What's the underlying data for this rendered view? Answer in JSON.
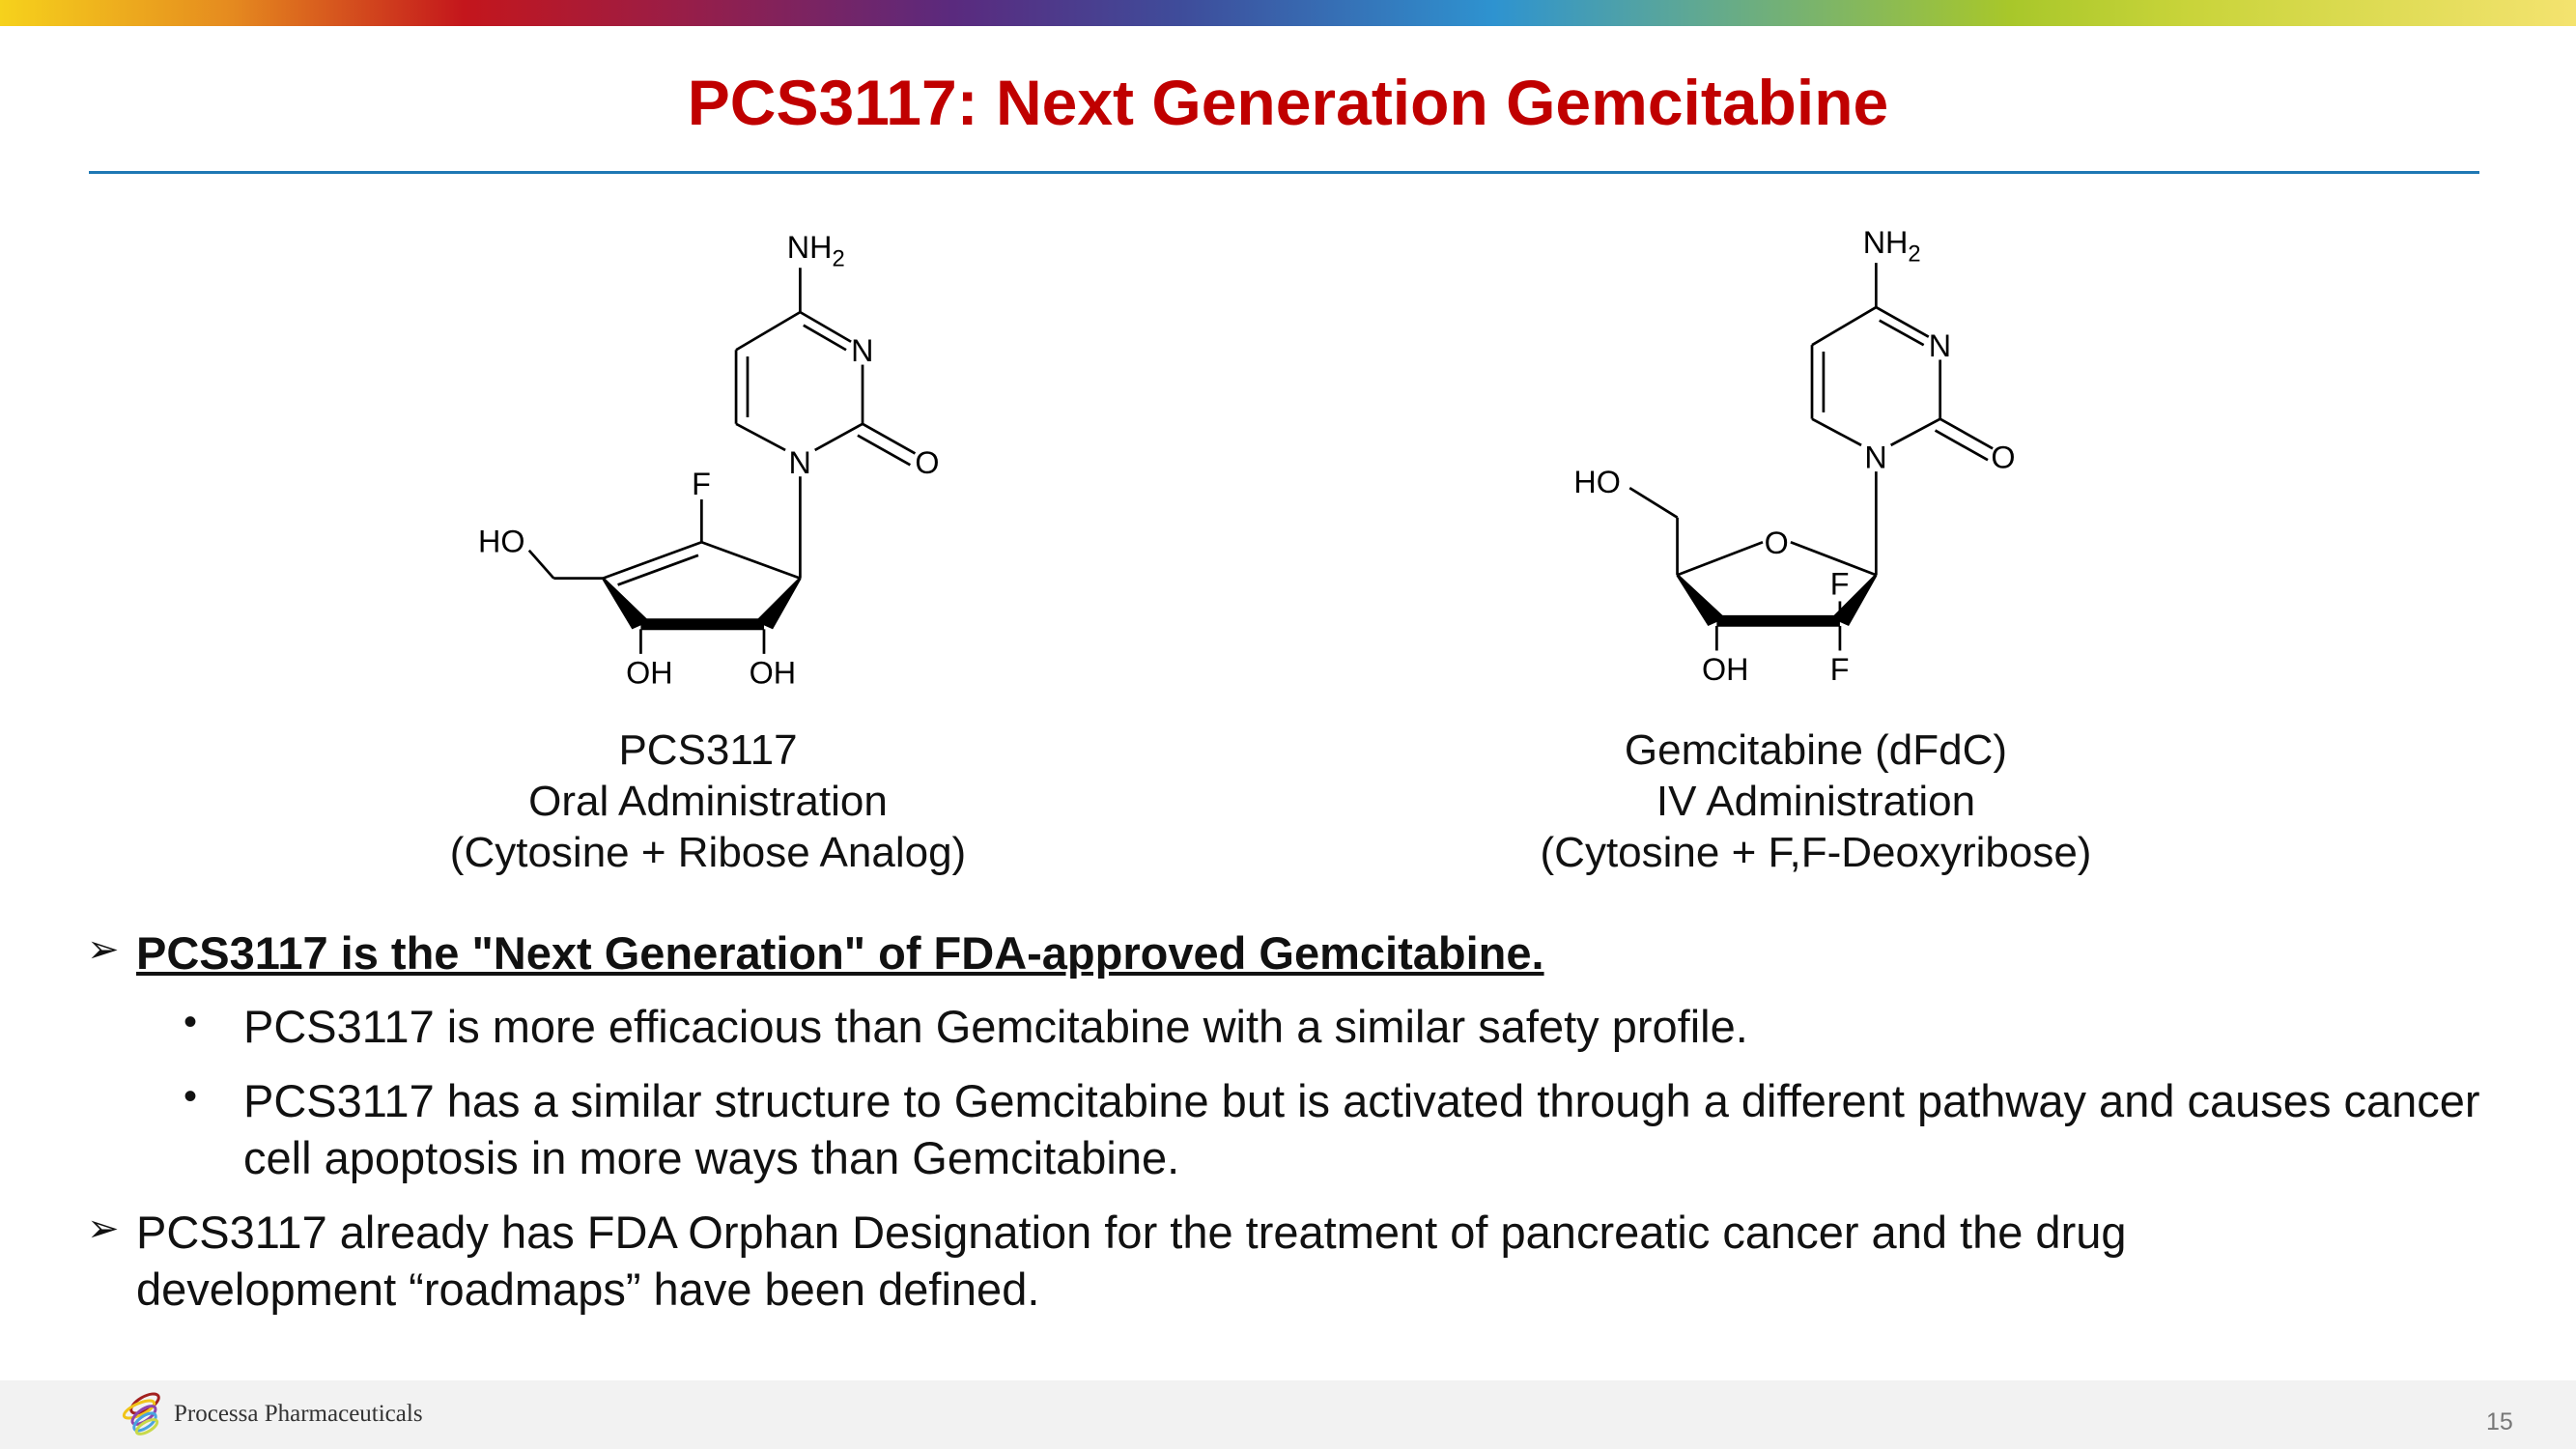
{
  "title": "PCS3117: Next Generation Gemcitabine",
  "molecules": [
    {
      "name": "PCS3117",
      "route": "Oral Administration",
      "desc": "(Cytosine + Ribose Analog)",
      "atoms": {
        "nh2": "NH",
        "sub": "2",
        "n3": "N",
        "n1": "N",
        "o": "O",
        "f": "F",
        "ho": "HO",
        "oh1": "OH",
        "oh2": "OH"
      }
    },
    {
      "name": "Gemcitabine (dFdC)",
      "route": "IV Administration",
      "desc": "(Cytosine + F,F-Deoxyribose)",
      "atoms": {
        "nh2": "NH",
        "sub": "2",
        "n3": "N",
        "n1": "N",
        "o": "O",
        "ring_o": "O",
        "f1": "F",
        "f2": "F",
        "ho": "HO",
        "oh": "OH"
      }
    }
  ],
  "bullets": [
    {
      "text": "PCS3117 is the \"Next Generation\" of FDA-approved Gemcitabine.",
      "sub": [
        "PCS3117 is more efficacious than Gemcitabine with a similar safety profile.",
        "PCS3117 has a similar structure to Gemcitabine but is activated through a different pathway and causes cancer cell apoptosis in more ways than Gemcitabine."
      ]
    },
    {
      "text": "PCS3117 already has FDA Orphan Designation for the treatment of pancreatic cancer and the drug development “roadmaps” have been defined."
    }
  ],
  "symbols": {
    "arrow": "➢",
    "dot": "•"
  },
  "footer": {
    "company": "Processa Pharmaceuticals",
    "page": "15"
  },
  "colors": {
    "title": "#c00000",
    "rule": "#1f78b4",
    "footer_bg": "#f2f2f2"
  }
}
